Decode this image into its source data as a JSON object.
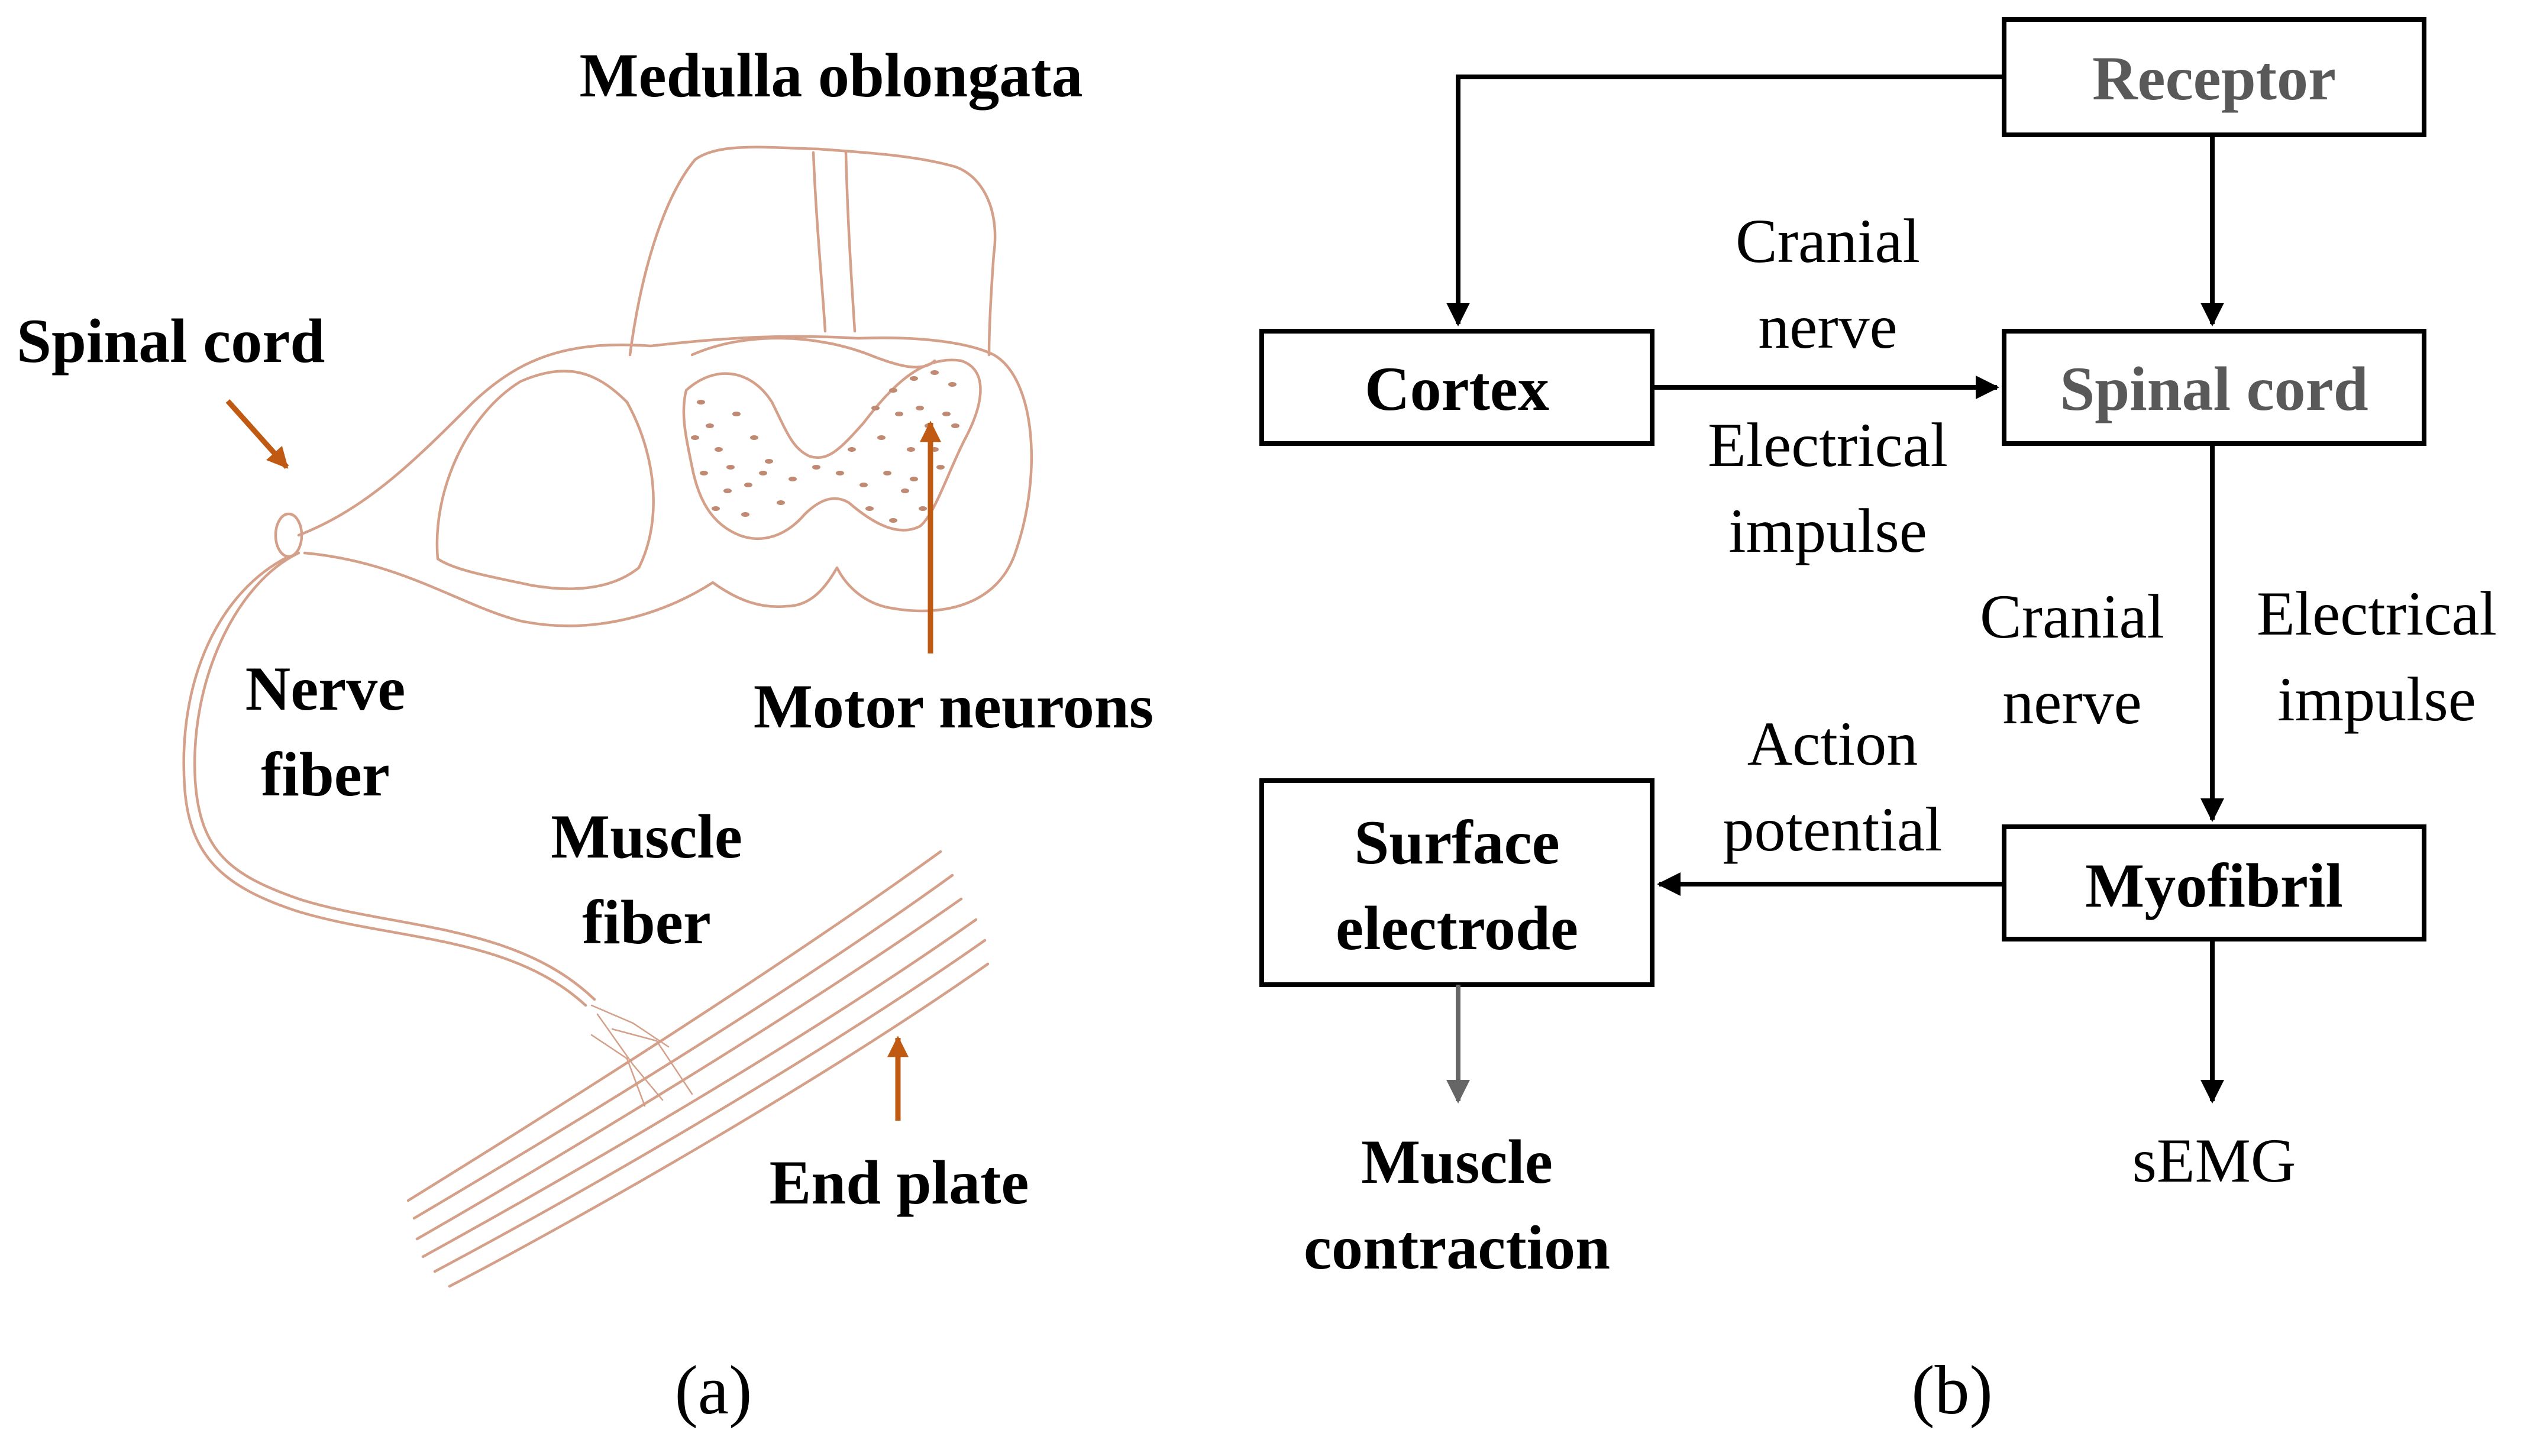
{
  "panel_a": {
    "caption": "(a)",
    "labels": {
      "medulla": "Medulla oblongata",
      "spinal_cord": "Spinal cord",
      "motor_neurons": "Motor neurons",
      "nerve_line1": "Nerve",
      "nerve_line2": "fiber",
      "muscle_line1": "Muscle",
      "muscle_line2": "fiber",
      "end_plate": "End plate"
    },
    "colors": {
      "anatomy": "#d4a089",
      "pointer": "#c05a12"
    }
  },
  "panel_b": {
    "caption": "(b)",
    "nodes": {
      "receptor": "Receptor",
      "cortex": "Cortex",
      "spinal_cord": "Spinal cord",
      "myofibril": "Myofibril",
      "surface_line1": "Surface",
      "surface_line2": "electrode",
      "muscle_line1": "Muscle",
      "muscle_line2": "contraction",
      "semg": "sEMG"
    },
    "edge_labels": {
      "cortex_spinal_top1": "Cranial",
      "cortex_spinal_top2": "nerve",
      "cortex_spinal_bot1": "Electrical",
      "cortex_spinal_bot2": "impulse",
      "spinal_myo_left1": "Cranial",
      "spinal_myo_left2": "nerve",
      "spinal_myo_right1": "Electrical",
      "spinal_myo_right2": "impulse",
      "myo_surface1": "Action",
      "myo_surface2": "potential"
    }
  }
}
